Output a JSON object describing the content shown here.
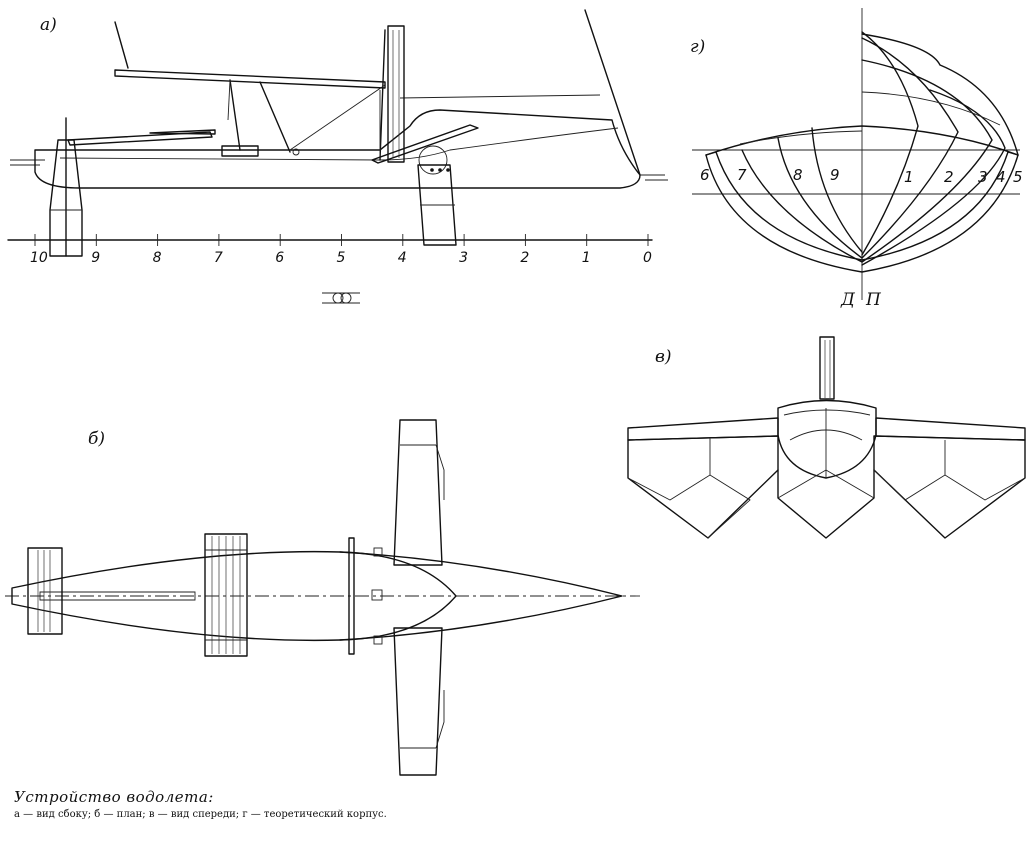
{
  "labels": {
    "side_view": "а)",
    "plan_view": "б)",
    "front_view": "в)",
    "body_plan": "г)"
  },
  "side_scale_ticks": [
    "10",
    "9",
    "8",
    "7",
    "6",
    "5",
    "4",
    "3",
    "2",
    "1",
    "0"
  ],
  "body_left_numbers": [
    "6",
    "7",
    "8",
    "9"
  ],
  "body_right_numbers": [
    "1",
    "2",
    "3",
    "4",
    "5"
  ],
  "body_axis_left": "Д",
  "body_axis_right": "П",
  "caption": {
    "title": "Устройство водолета:",
    "text": "а — вид сбоку; б — план; в — вид спереди; г — теоретический корпус."
  }
}
